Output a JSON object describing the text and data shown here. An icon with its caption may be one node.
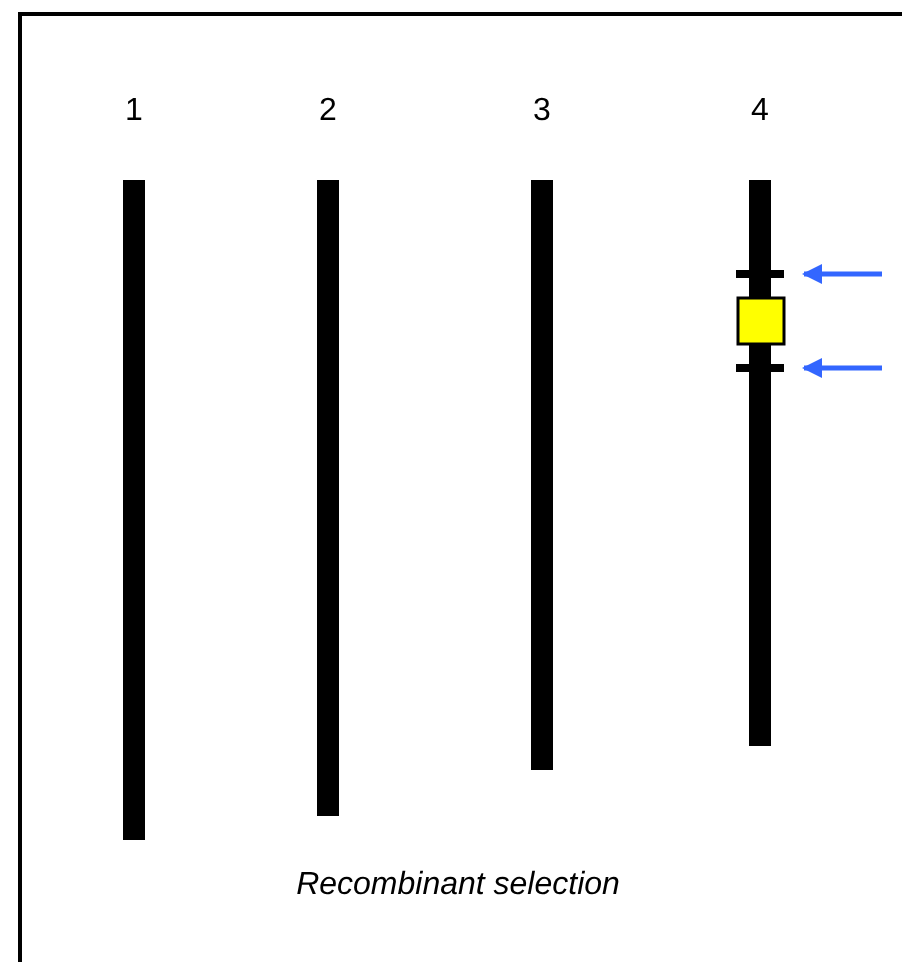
{
  "diagram": {
    "caption": "Recombinant selection",
    "nodes": [
      {
        "text": [],
        "shape": "bar"
      },
      {
        "text": [],
        "shape": "bar"
      }
    ],
    "edges": [
      {
        "from": null,
        "to": 0,
        "arrow": "to"
      },
      {
        "from": null,
        "to": 1,
        "arrow": "to"
      }
    ],
    "labels": [
      "1",
      "2",
      "3",
      "4"
    ]
  }
}
